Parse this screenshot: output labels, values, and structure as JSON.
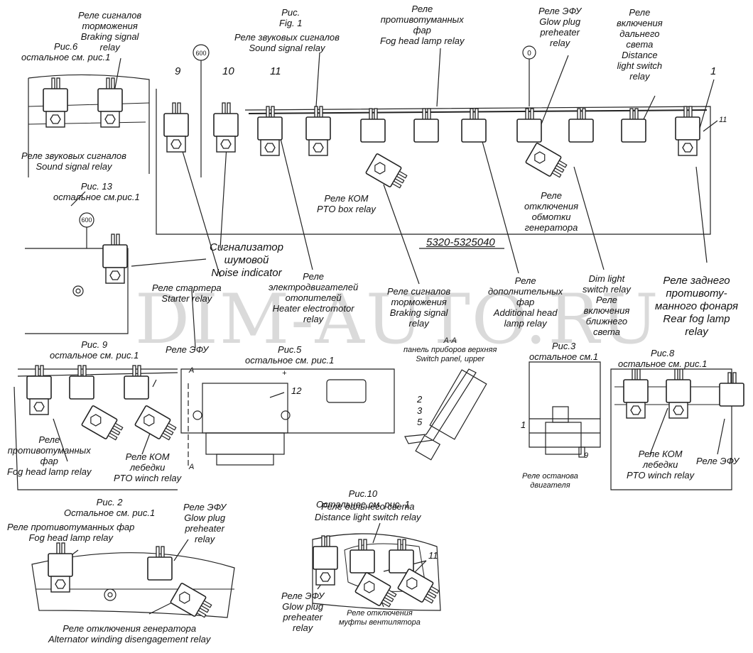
{
  "watermark": "DIM-AUTO.RU",
  "part_number": "5320-5325040",
  "callouts": {
    "c600a": "600",
    "c600b": "600",
    "c0": "0"
  },
  "labels": {
    "fig1": "Рис.\nFig. 1",
    "braking_top": "Реле сигналов\nторможения\nBraking signal\nrelay",
    "fig6": "Рис.6\nостальное см. рис.1",
    "sound_top": "Реле звуковых сигналов\nSound signal relay",
    "fog_top": "Реле\nпротивотуманных\nфар\nFog head lamp relay",
    "glow_top": "Реле ЭФУ\nGlow plug\npreheater\nrelay",
    "distance_top": "Реле\nвключения\nдальнего\nсвета\nDistance\nlight switch\nrelay",
    "num9": "9",
    "num10": "10",
    "num11": "11",
    "num1": "1",
    "num11b": "11",
    "sound_fig6": "Реле звуковых сигналов\nSound signal relay",
    "fig13": "Рис. 13\nостальное см.рис.1",
    "pto_box": "Реле КОМ\nPTO box relay",
    "alt_winding": "Реле\nотключения\nобмотки\nгенератора",
    "noise": "Сигнализатор\nшумовой\nNoise indicator",
    "starter": "Реле стартера\nStarter relay",
    "heater": "Реле\nэлектродвигателей\nотопителей\nHeater electromotor\nrelay",
    "braking_mid": "Реле сигналов\nторможения\nBraking signal\nrelay",
    "additional": "Реле\nдополнительных\nфар\nAdditional head\nlamp relay",
    "dim": "Dim light\nswitch relay\nРеле\nвключения\nближнего\nсвета",
    "rear_fog": "Реле заднего\nпротивоту-\nманного фонаря\nRear fog lamp\nrelay",
    "efu_mid": "Реле ЭФУ",
    "fig9": "Рис. 9\nостальное см. рис.1",
    "fig5": "Рис.5\nостальное см. рис.1",
    "aa": "А-А\nпанель приборов верхняя\nSwitch panel, upper",
    "fig3": "Рис.3\nостальное см.1",
    "fig8": "Рис.8\nостальное см. рис.1",
    "fog_fig9": "Реле\nпротивотуманных\nфар\nFog head lamp relay",
    "pto_winch_fig9": "Реле КОМ\nлебедки\nPTO winch relay",
    "a_top": "A",
    "a_bottom": "A",
    "plus": "+",
    "num12": "12",
    "num2": "2",
    "num3": "3",
    "num5": "5",
    "num1b": "1",
    "num9b": "9",
    "engine_stop": "Реле останова\nдвигателя",
    "pto_winch_fig8": "Реле КОМ\nлебедки\nPTO winch relay",
    "efu_fig8": "Реле ЭФУ",
    "fig2": "Рис. 2\nОстальное см. рис.1",
    "fog_fig2": "Реле противотуманных фар\nFog head lamp relay",
    "glow_fig2": "Реле ЭФУ\nGlow plug\npreheater\nrelay",
    "alt_disengage": "Реле отключения генератора\nAlternator winding disengagement relay",
    "fig10": "Рис.10\nОстальное см. рис. 1",
    "distance_fig10": "Реле дальнего света\nDistance light switch relay",
    "num11c": "11",
    "glow_fig10": "Реле ЭФУ\nGlow plug\npreheater\nrelay",
    "fan_clutch": "Реле отключения\nмуфты вентилятора"
  }
}
